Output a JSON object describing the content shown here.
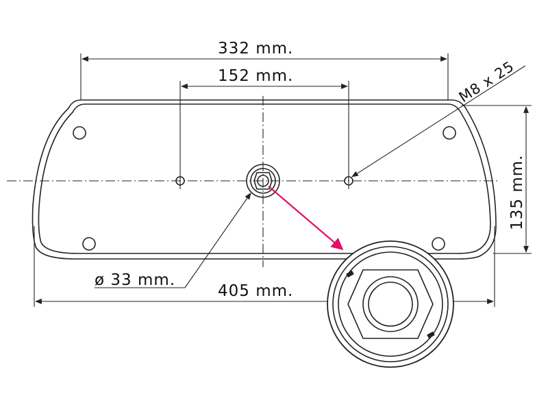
{
  "dimensions": {
    "top_width": "332 mm.",
    "hole_spacing": "152 mm.",
    "bolt": "M8 x 25",
    "height": "135 mm.",
    "hub_diameter": "ø 33 mm.",
    "bottom_width": "405 mm."
  },
  "colors": {
    "outline": "#222222",
    "detail_arrow": "#e0106a",
    "background": "#ffffff"
  }
}
